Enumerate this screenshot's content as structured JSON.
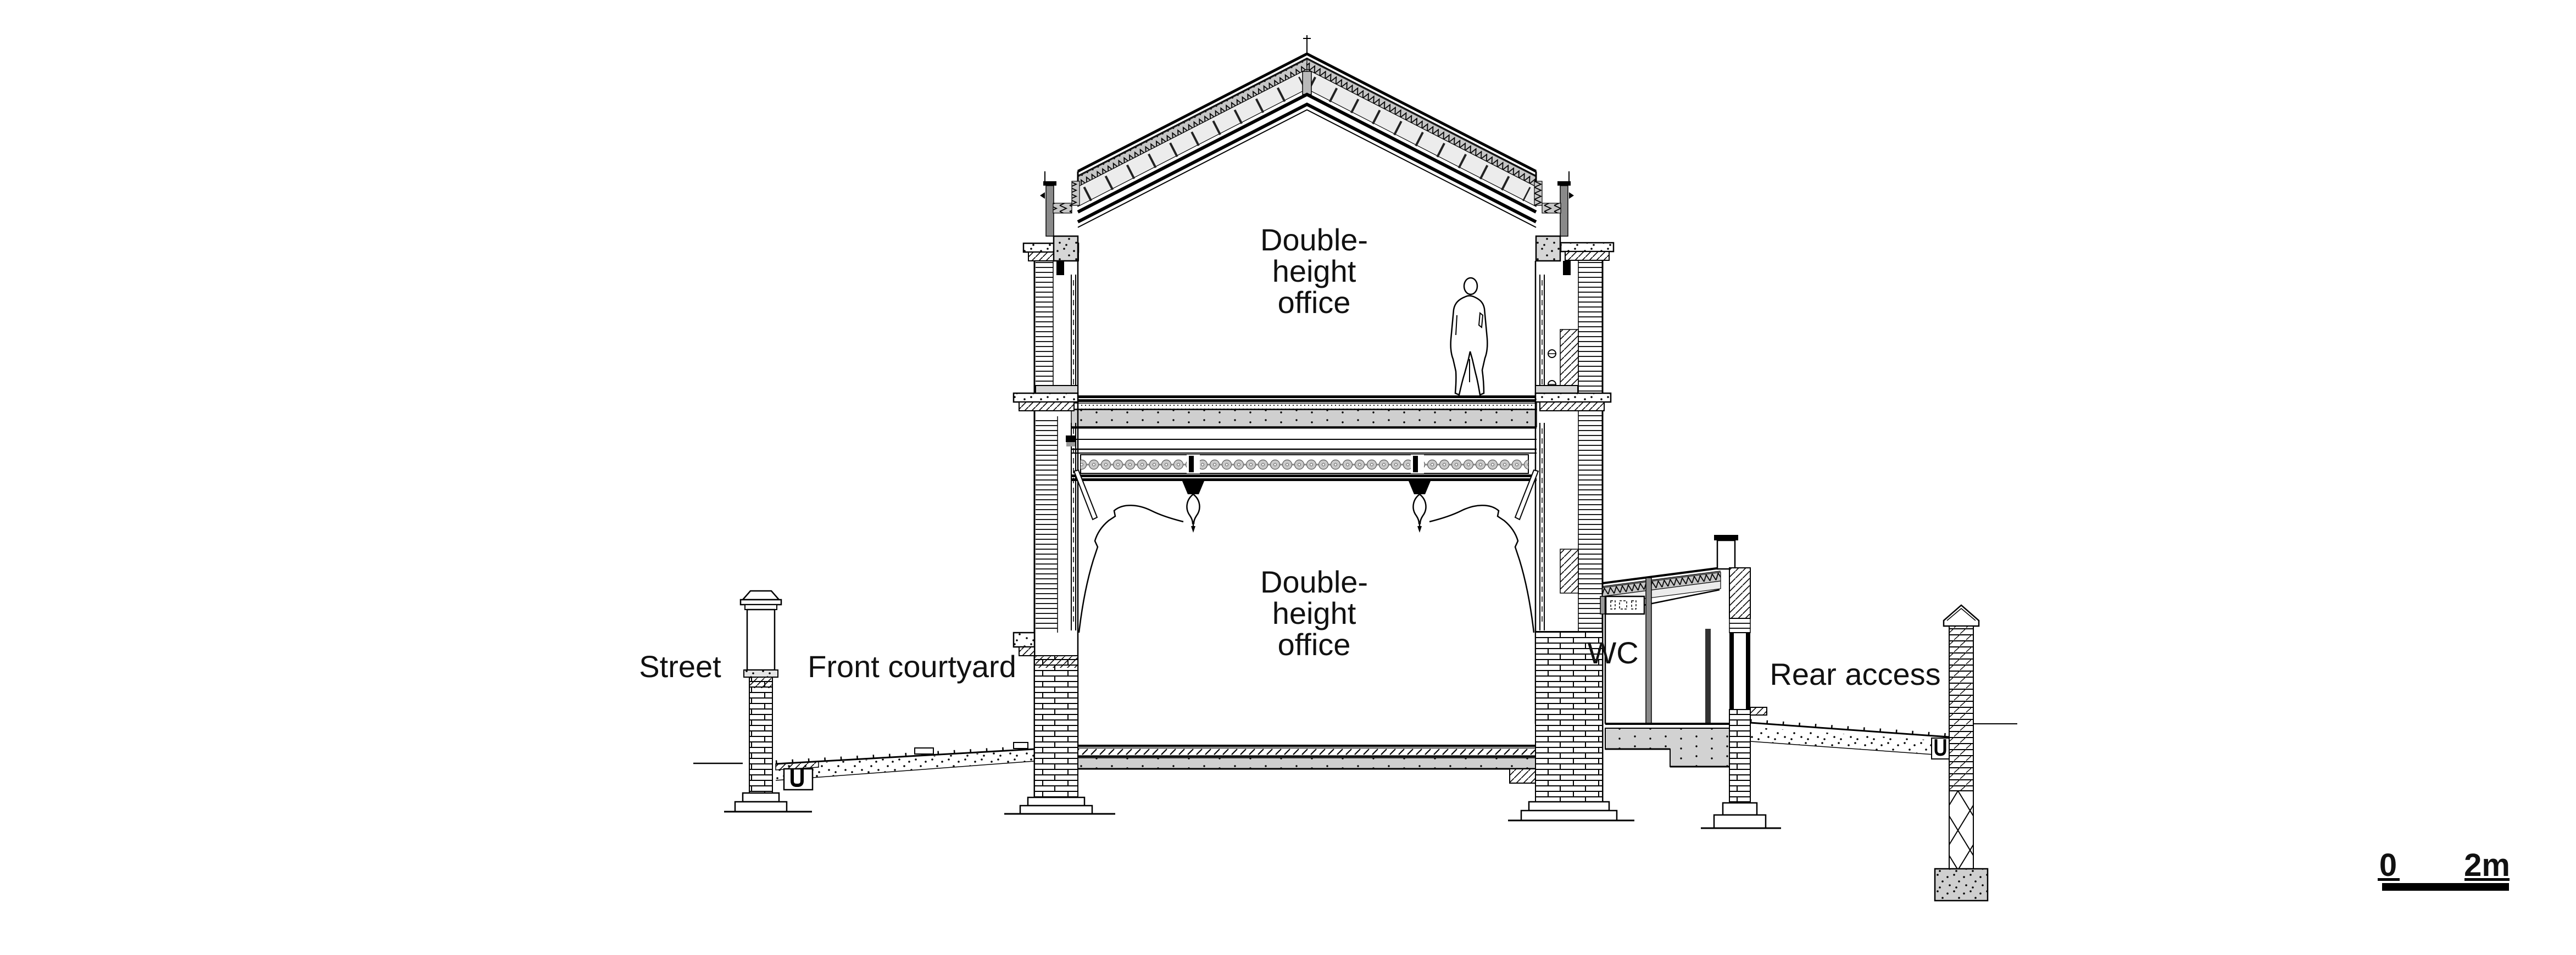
{
  "labels": {
    "street": "Street",
    "front_courtyard": "Front courtyard",
    "upper_office": [
      "Double-",
      "height",
      "office"
    ],
    "lower_office": [
      "Double-",
      "height",
      "office"
    ],
    "wc": "WC",
    "rear_access": "Rear access"
  },
  "scale_bar": {
    "start": "0",
    "end": "2m"
  },
  "colors": {
    "line": "#000000",
    "label_text": "#111111",
    "insulation_gray": "#c6c6c6",
    "roof_infill_gray": "#ececec",
    "screed_gray": "#cfcfcf",
    "stone_gray": "#d6d6d6",
    "dark_member_gray": "#8a8a8a",
    "background": "#ffffff"
  }
}
